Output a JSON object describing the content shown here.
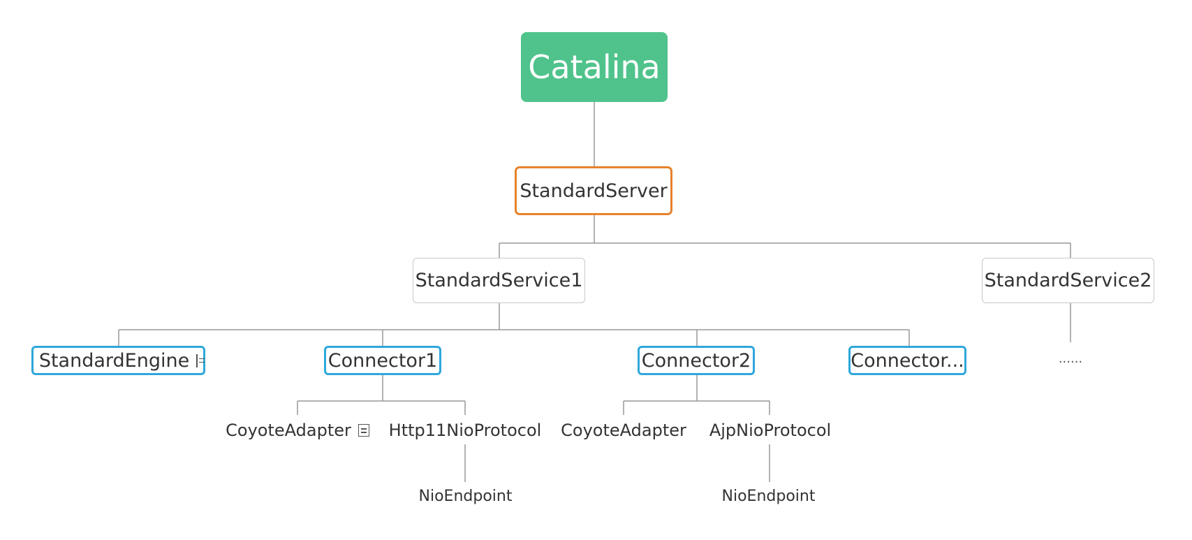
{
  "colors": {
    "root_fill": "#4fc38b",
    "server_border": "#e8822a",
    "component_border": "#2ea7db",
    "service_border": "#c8c8c8",
    "connector_line": "#999999",
    "text": "#333333"
  },
  "nodes": {
    "root": {
      "label": "Catalina"
    },
    "server": {
      "label": "StandardServer"
    },
    "service1": {
      "label": "StandardService1"
    },
    "service2": {
      "label": "StandardService2"
    },
    "engine": {
      "label": "StandardEngine",
      "icon": "note-icon"
    },
    "connector1": {
      "label": "Connector1"
    },
    "connector2": {
      "label": "Connector2"
    },
    "connector_more": {
      "label": "Connector..."
    },
    "service2_more": {
      "label": "......"
    },
    "coyote_adapter_1": {
      "label": "CoyoteAdapter",
      "icon": "note-icon"
    },
    "http11_nio_protocol": {
      "label": "Http11NioProtocol"
    },
    "coyote_adapter_2": {
      "label": "CoyoteAdapter"
    },
    "ajp_nio_protocol": {
      "label": "AjpNioProtocol"
    },
    "nio_endpoint_1": {
      "label": "NioEndpoint"
    },
    "nio_endpoint_2": {
      "label": "NioEndpoint"
    }
  }
}
